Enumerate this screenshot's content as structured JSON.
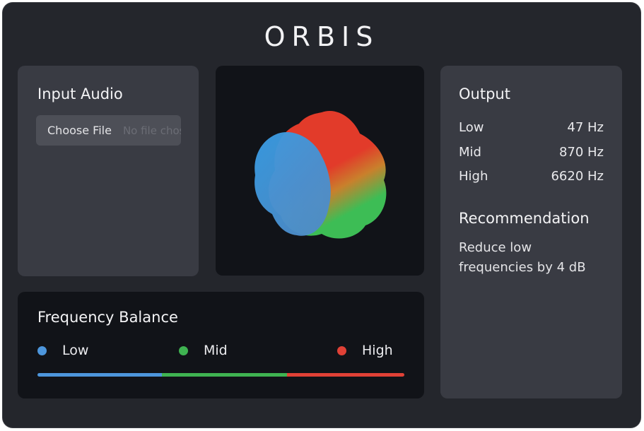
{
  "app": {
    "title": "ORBIS"
  },
  "input": {
    "heading": "Input Audio",
    "choose_file_label": "Choose File",
    "file_status": "No file chosen"
  },
  "visual": {
    "colors": {
      "low": "#3c9ae0",
      "mid": "#3dbd55",
      "high": "#e23b2a"
    }
  },
  "balance": {
    "heading": "Frequency Balance",
    "bands": [
      {
        "label": "Low",
        "color": "#4d96dc",
        "share": 0.34
      },
      {
        "label": "Mid",
        "color": "#3fb351",
        "share": 0.34
      },
      {
        "label": "High",
        "color": "#e04136",
        "share": 0.32
      }
    ]
  },
  "output": {
    "heading": "Output",
    "rows": [
      {
        "label": "Low",
        "value": "47 Hz"
      },
      {
        "label": "Mid",
        "value": "870 Hz"
      },
      {
        "label": "High",
        "value": "6620 Hz"
      }
    ],
    "recommendation_heading": "Recommendation",
    "recommendation_text": "Reduce low frequencies by 4 dB"
  }
}
